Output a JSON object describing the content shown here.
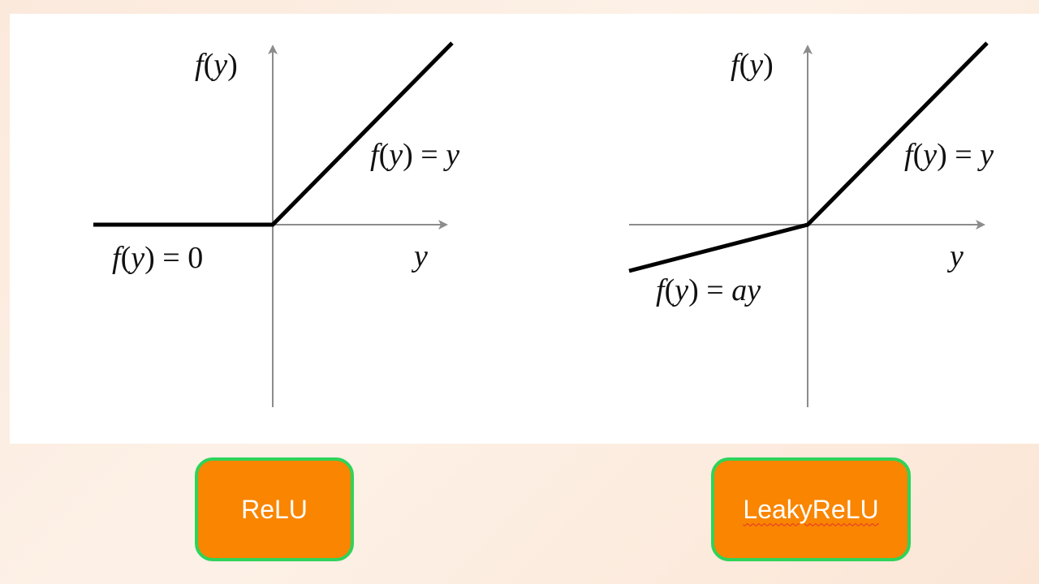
{
  "colors": {
    "box_fill": "#f98500",
    "box_border": "#2fd35a",
    "axis": "#8c8c8c",
    "curve": "#000000"
  },
  "relu": {
    "label": "ReLU",
    "y_axis_label": {
      "f": "f",
      "open": "(",
      "var": "y",
      "close": ")"
    },
    "x_axis_label": "y",
    "positive_formula": {
      "f": "f",
      "open": "(",
      "var": "y",
      "close": ")",
      "eq": " = ",
      "rhs": "y"
    },
    "negative_formula": {
      "f": "f",
      "open": "(",
      "var": "y",
      "close": ")",
      "eq": " = ",
      "rhs": "0"
    }
  },
  "leaky": {
    "label": "LeakyReLU",
    "y_axis_label": {
      "f": "f",
      "open": "(",
      "var": "y",
      "close": ")"
    },
    "x_axis_label": "y",
    "positive_formula": {
      "f": "f",
      "open": "(",
      "var": "y",
      "close": ")",
      "eq": " = ",
      "rhs": "y"
    },
    "negative_formula": {
      "f": "f",
      "open": "(",
      "var": "y",
      "close": ")",
      "eq": " = ",
      "rhs": "ay"
    }
  }
}
